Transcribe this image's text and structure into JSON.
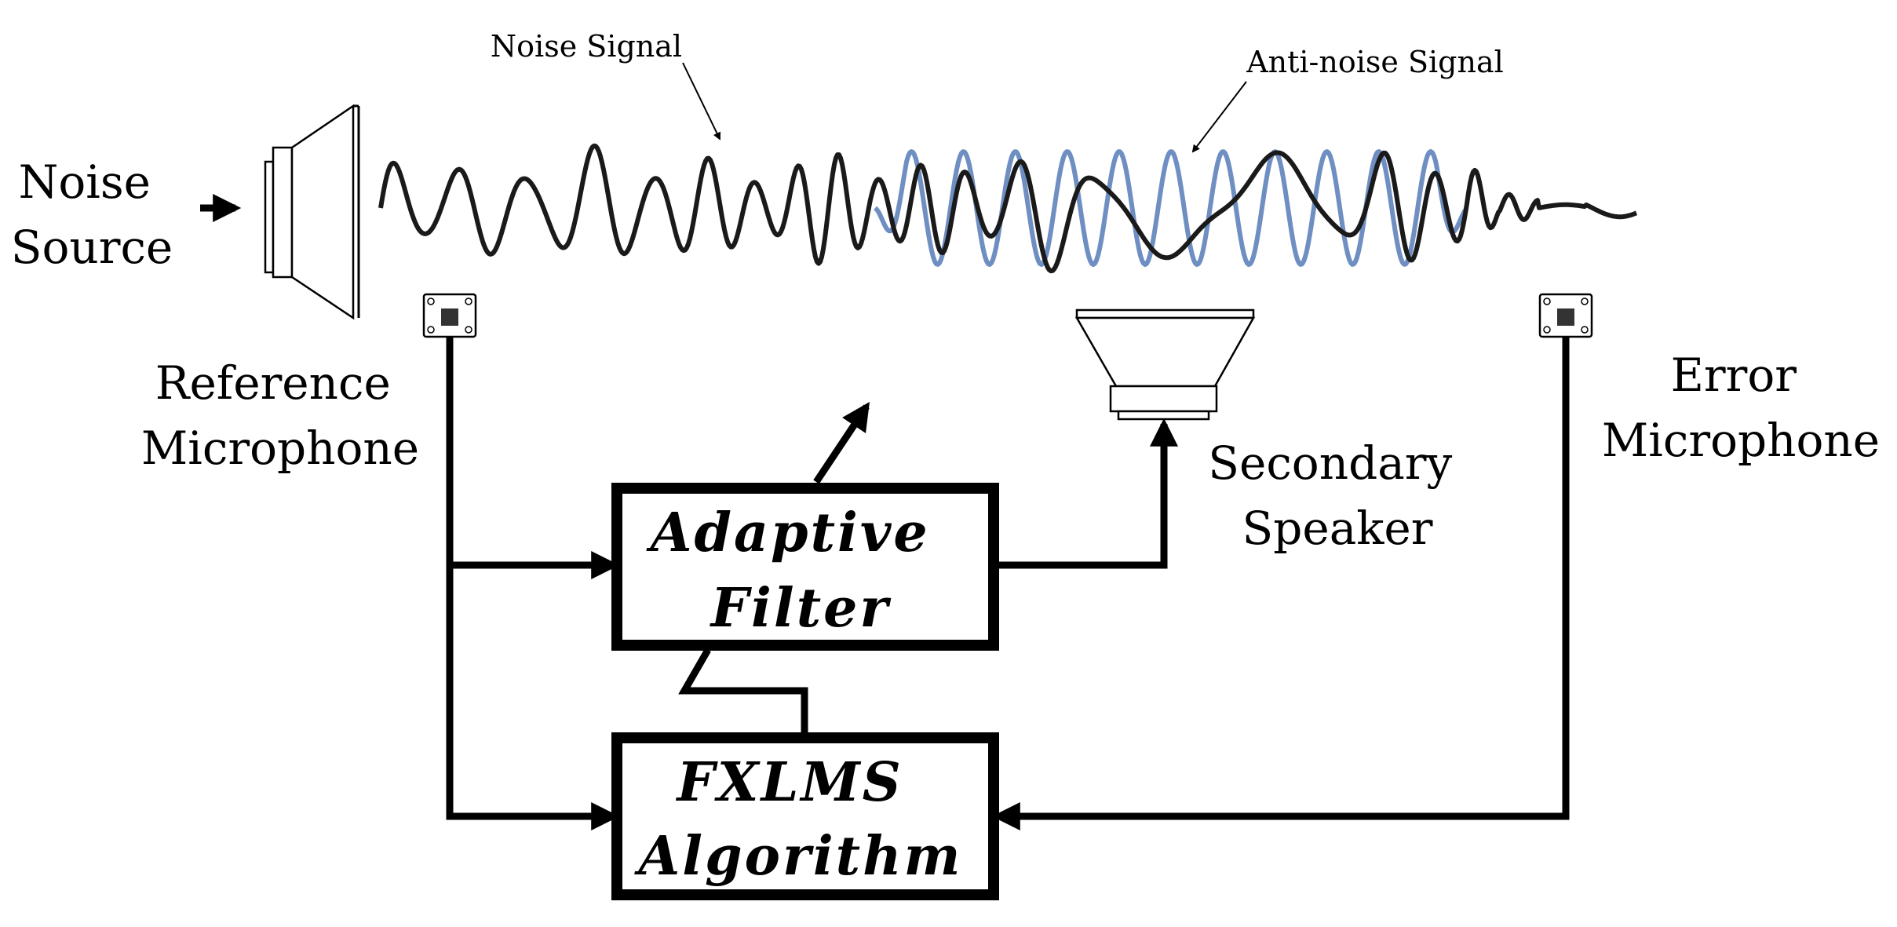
{
  "labels": {
    "noise_source": [
      "Noise",
      "Source"
    ],
    "reference_microphone": [
      "Reference",
      "Microphone"
    ],
    "error_microphone": [
      "Error",
      "Microphone"
    ],
    "secondary_speaker": [
      "Secondary",
      "Speaker"
    ],
    "noise_signal": "Noise Signal",
    "anti_noise_signal": "Anti-noise Signal"
  },
  "blocks": {
    "adaptive_filter": [
      "Adaptive",
      "Filter"
    ],
    "fxlms_algorithm": [
      "FXLMS",
      "Algorithm"
    ]
  },
  "colors": {
    "noise_wave": "#1a1a1a",
    "anti_noise_wave": "#6f8fc2",
    "lines": "#000000"
  }
}
